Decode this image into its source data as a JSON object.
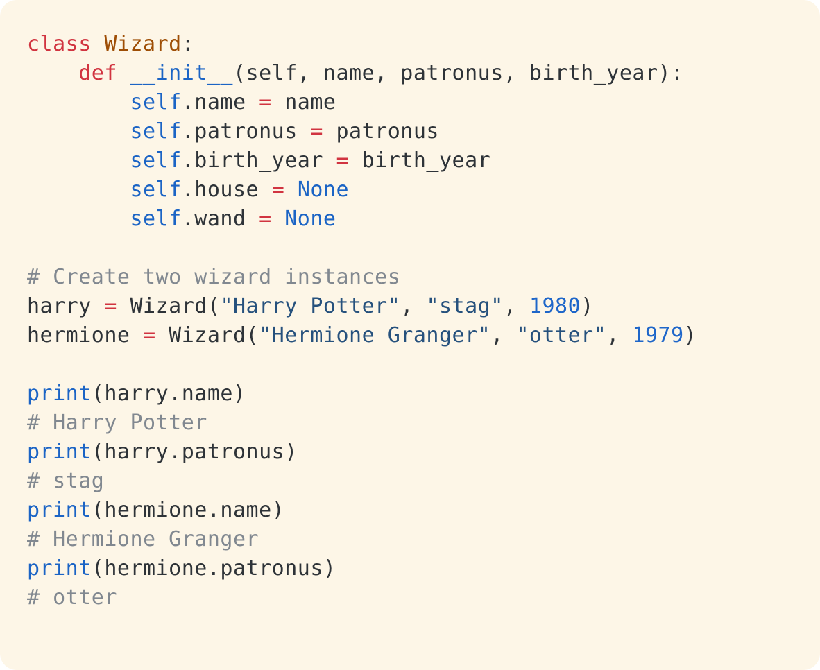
{
  "window": {
    "type": "code-snippet-card",
    "language": "python"
  },
  "colors": {
    "bg": "#FDF6E7",
    "default": "#2E3338",
    "keyword": "#D13440",
    "classname": "#9E4E06",
    "blue": "#1B64C5",
    "string": "#26517D",
    "number": "#1E66C9",
    "comment": "#818890"
  },
  "code": {
    "lines": [
      {
        "tokens": [
          {
            "t": "class",
            "y": "kw"
          },
          {
            "t": " ",
            "y": "d"
          },
          {
            "t": "Wizard",
            "y": "cls"
          },
          {
            "t": ":",
            "y": "d"
          }
        ]
      },
      {
        "tokens": [
          {
            "t": "    ",
            "y": "d"
          },
          {
            "t": "def",
            "y": "kw"
          },
          {
            "t": " ",
            "y": "d"
          },
          {
            "t": "__init__",
            "y": "fn"
          },
          {
            "t": "(self, name, patronus, birth_year):",
            "y": "d"
          }
        ]
      },
      {
        "tokens": [
          {
            "t": "        ",
            "y": "d"
          },
          {
            "t": "self",
            "y": "fn"
          },
          {
            "t": ".name ",
            "y": "d"
          },
          {
            "t": "=",
            "y": "kw"
          },
          {
            "t": " name",
            "y": "d"
          }
        ]
      },
      {
        "tokens": [
          {
            "t": "        ",
            "y": "d"
          },
          {
            "t": "self",
            "y": "fn"
          },
          {
            "t": ".patronus ",
            "y": "d"
          },
          {
            "t": "=",
            "y": "kw"
          },
          {
            "t": " patronus",
            "y": "d"
          }
        ]
      },
      {
        "tokens": [
          {
            "t": "        ",
            "y": "d"
          },
          {
            "t": "self",
            "y": "fn"
          },
          {
            "t": ".birth_year ",
            "y": "d"
          },
          {
            "t": "=",
            "y": "kw"
          },
          {
            "t": " birth_year",
            "y": "d"
          }
        ]
      },
      {
        "tokens": [
          {
            "t": "        ",
            "y": "d"
          },
          {
            "t": "self",
            "y": "fn"
          },
          {
            "t": ".house ",
            "y": "d"
          },
          {
            "t": "=",
            "y": "kw"
          },
          {
            "t": " ",
            "y": "d"
          },
          {
            "t": "None",
            "y": "fn"
          }
        ]
      },
      {
        "tokens": [
          {
            "t": "        ",
            "y": "d"
          },
          {
            "t": "self",
            "y": "fn"
          },
          {
            "t": ".wand ",
            "y": "d"
          },
          {
            "t": "=",
            "y": "kw"
          },
          {
            "t": " ",
            "y": "d"
          },
          {
            "t": "None",
            "y": "fn"
          }
        ]
      },
      {
        "tokens": []
      },
      {
        "tokens": [
          {
            "t": "# Create two wizard instances",
            "y": "com"
          }
        ]
      },
      {
        "tokens": [
          {
            "t": "harry ",
            "y": "d"
          },
          {
            "t": "=",
            "y": "kw"
          },
          {
            "t": " Wizard(",
            "y": "d"
          },
          {
            "t": "\"Harry Potter\"",
            "y": "str"
          },
          {
            "t": ", ",
            "y": "d"
          },
          {
            "t": "\"stag\"",
            "y": "str"
          },
          {
            "t": ", ",
            "y": "d"
          },
          {
            "t": "1980",
            "y": "num"
          },
          {
            "t": ")",
            "y": "d"
          }
        ]
      },
      {
        "tokens": [
          {
            "t": "hermione ",
            "y": "d"
          },
          {
            "t": "=",
            "y": "kw"
          },
          {
            "t": " Wizard(",
            "y": "d"
          },
          {
            "t": "\"Hermione Granger\"",
            "y": "str"
          },
          {
            "t": ", ",
            "y": "d"
          },
          {
            "t": "\"otter\"",
            "y": "str"
          },
          {
            "t": ", ",
            "y": "d"
          },
          {
            "t": "1979",
            "y": "num"
          },
          {
            "t": ")",
            "y": "d"
          }
        ]
      },
      {
        "tokens": []
      },
      {
        "tokens": [
          {
            "t": "print",
            "y": "fn"
          },
          {
            "t": "(harry.name)",
            "y": "d"
          }
        ]
      },
      {
        "tokens": [
          {
            "t": "# Harry Potter",
            "y": "com"
          }
        ]
      },
      {
        "tokens": [
          {
            "t": "print",
            "y": "fn"
          },
          {
            "t": "(harry.patronus)",
            "y": "d"
          }
        ]
      },
      {
        "tokens": [
          {
            "t": "# stag",
            "y": "com"
          }
        ]
      },
      {
        "tokens": [
          {
            "t": "print",
            "y": "fn"
          },
          {
            "t": "(hermione.name)",
            "y": "d"
          }
        ]
      },
      {
        "tokens": [
          {
            "t": "# Hermione Granger",
            "y": "com"
          }
        ]
      },
      {
        "tokens": [
          {
            "t": "print",
            "y": "fn"
          },
          {
            "t": "(hermione.patronus)",
            "y": "d"
          }
        ]
      },
      {
        "tokens": [
          {
            "t": "# otter",
            "y": "com"
          }
        ]
      }
    ]
  }
}
